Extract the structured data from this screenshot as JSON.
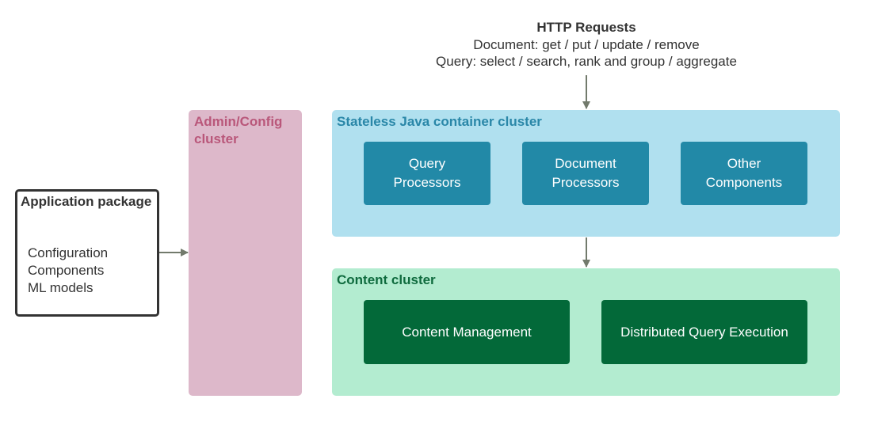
{
  "http": {
    "title": "HTTP Requests",
    "document_ops": "Document: get / put / update / remove",
    "query_ops": "Query: select / search, rank and group / aggregate"
  },
  "app_package": {
    "title": "Application package",
    "items": [
      "Configuration",
      "Components",
      "ML models"
    ]
  },
  "admin_cluster": {
    "title": "Admin/Config cluster"
  },
  "stateless_cluster": {
    "title": "Stateless Java container cluster",
    "components": [
      "Query Processors",
      "Document Processors",
      "Other Components"
    ]
  },
  "content_cluster": {
    "title": "Content cluster",
    "components": [
      "Content Management",
      "Distributed Query Execution"
    ]
  },
  "colors": {
    "admin_fill": "#ddb8ca",
    "stateless_fill": "#b0e0ef",
    "stateless_component": "#2289a7",
    "content_fill": "#b3ecd0",
    "content_component": "#036939",
    "arrow": "#727a6c"
  }
}
